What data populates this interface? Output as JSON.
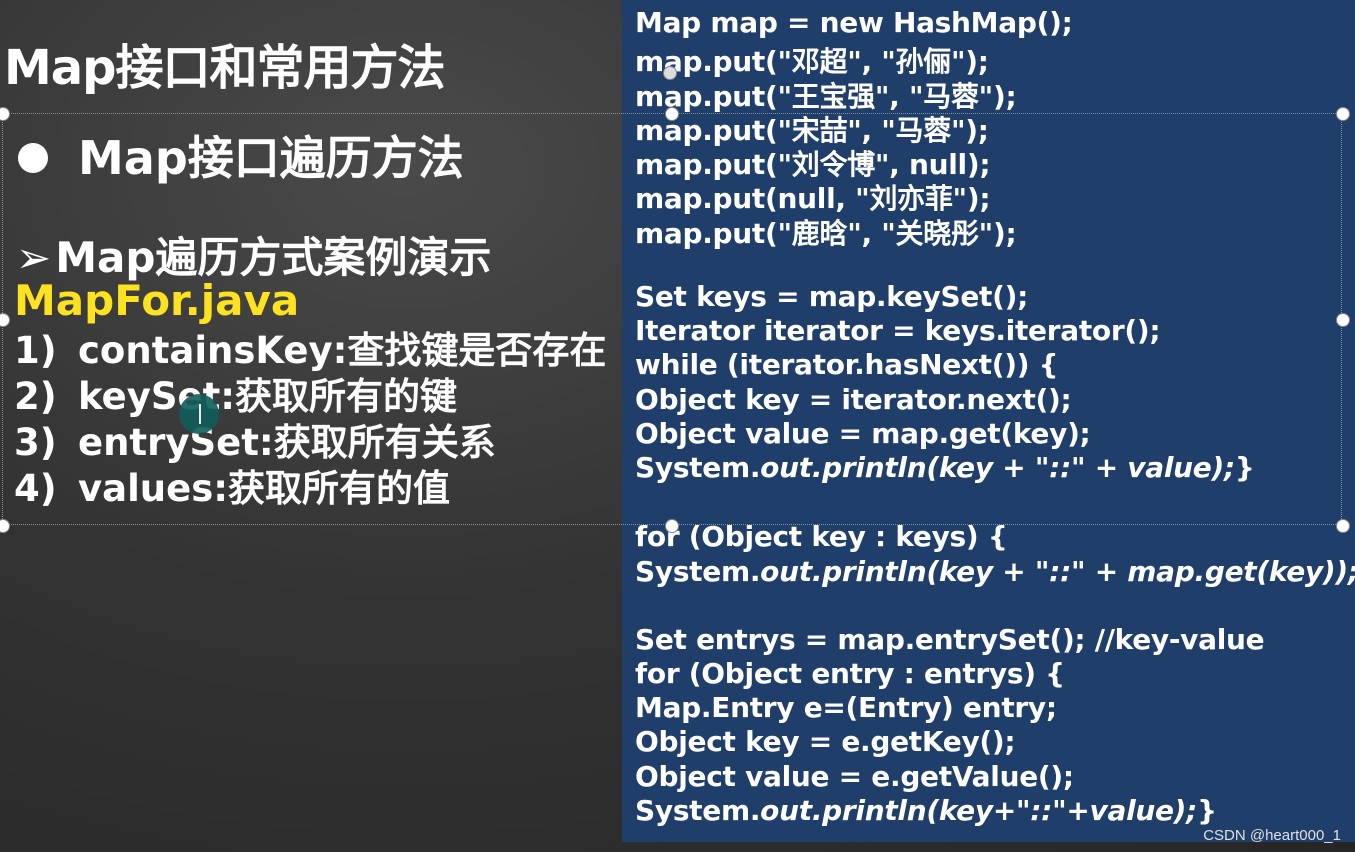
{
  "slide": {
    "title": "Map接口和常用方法",
    "bullet": "Map接口遍历方法",
    "subhead_arrow": "➢",
    "subhead": "Map遍历方式案例演示",
    "filename": "MapFor.java",
    "items": [
      {
        "num": "1)",
        "text": "containsKey:查找键是否存在"
      },
      {
        "num": "2)",
        "text": "keySet:获取所有的键"
      },
      {
        "num": "3)",
        "text": "entrySet:获取所有关系"
      },
      {
        "num": "4)",
        "text": "values:获取所有的值"
      }
    ]
  },
  "code": {
    "lines": [
      "Map map = new HashMap();",
      "map.put(\"邓超\", \"孙俪\");",
      "map.put(\"王宝强\", \"马蓉\");",
      "map.put(\"宋喆\", \"马蓉\");",
      "map.put(\"刘令博\", null);",
      "map.put(null, \"刘亦菲\");",
      "map.put(\"鹿晗\", \"关晓彤\");",
      "Set keys = map.keySet();",
      "Iterator iterator = keys.iterator();",
      "while (iterator.hasNext()) {",
      "Object key = iterator.next();",
      "Object value = map.get(key);",
      "for (Object key : keys) {",
      "Set entrys = map.entrySet(); //key-value",
      "for (Object entry : entrys) {",
      "Map.Entry e=(Entry) entry;",
      "Object key = e.getKey();",
      "Object value = e.getValue();"
    ],
    "println1": {
      "a": "System.",
      "b": "out.println(key + \"::\" + value);",
      "c": "}"
    },
    "println2": {
      "a": "System.",
      "b": "out.println(key + \"::\" + map.get(key));",
      "c": "}"
    },
    "println3": {
      "a": "System.",
      "b": "out.println(key+\"::\"+value);",
      "c": "}"
    }
  },
  "watermark": "CSDN @heart000_1"
}
